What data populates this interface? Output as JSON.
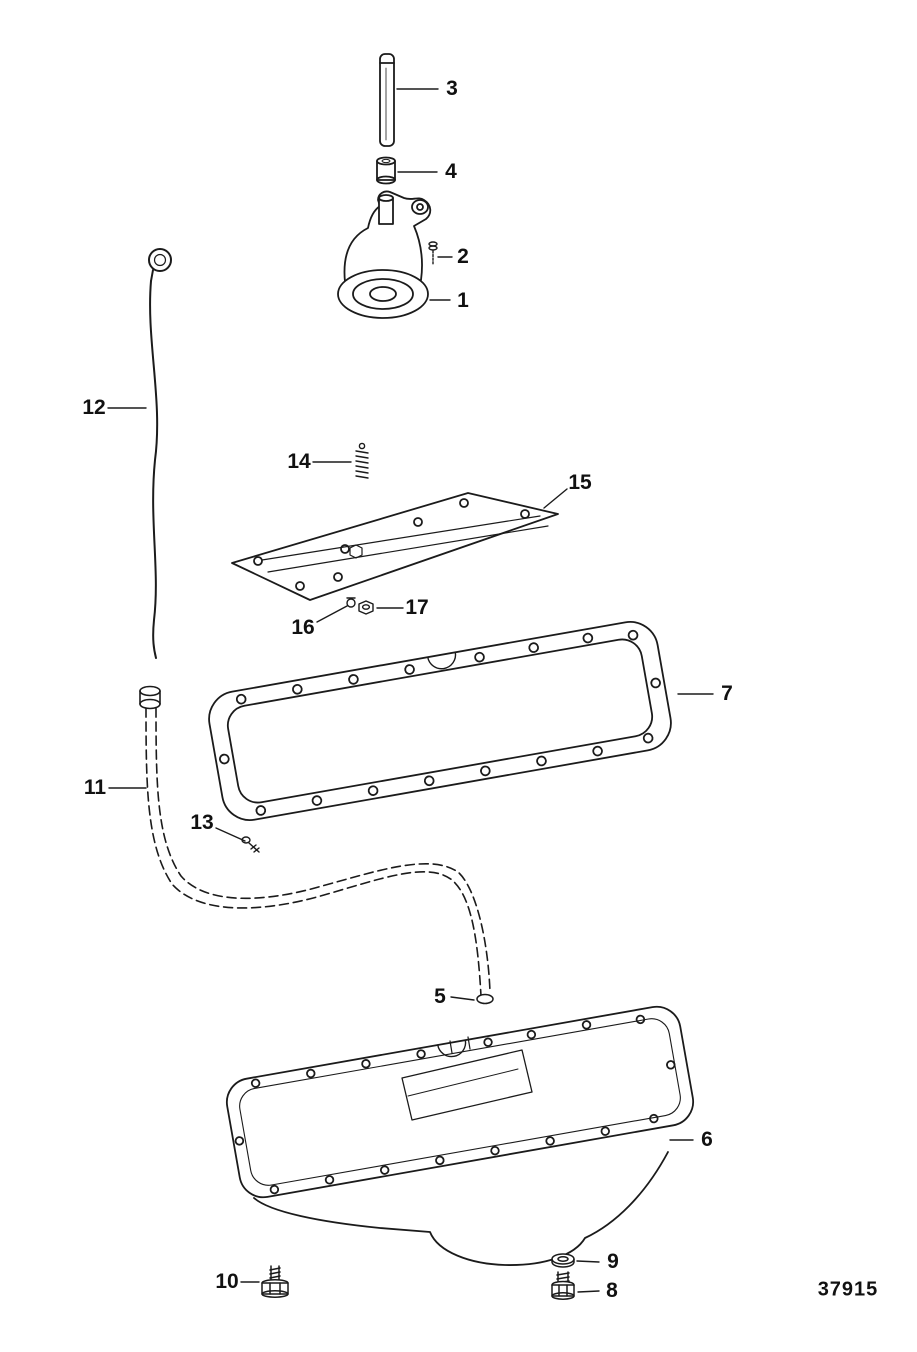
{
  "figure": {
    "number": "37915"
  },
  "callouts": [
    {
      "label": "1"
    },
    {
      "label": "2"
    },
    {
      "label": "3"
    },
    {
      "label": "4"
    },
    {
      "label": "5"
    },
    {
      "label": "6"
    },
    {
      "label": "7"
    },
    {
      "label": "8"
    },
    {
      "label": "9"
    },
    {
      "label": "10"
    },
    {
      "label": "11"
    },
    {
      "label": "12"
    },
    {
      "label": "13"
    },
    {
      "label": "14"
    },
    {
      "label": "15"
    },
    {
      "label": "16"
    },
    {
      "label": "17"
    }
  ]
}
